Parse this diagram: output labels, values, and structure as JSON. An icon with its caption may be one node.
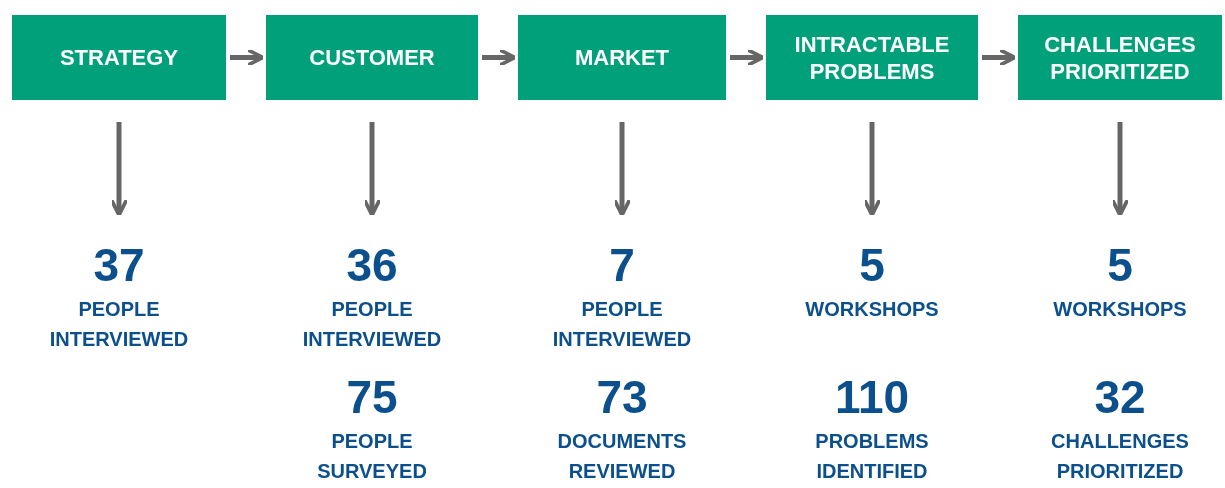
{
  "diagram": {
    "nodes": [
      {
        "text": [
          "STRATEGY"
        ]
      },
      {
        "text": [
          "CUSTOMER"
        ]
      },
      {
        "text": [
          "MARKET"
        ]
      },
      {
        "text": [
          "INTRACTABLE PROBLEMS"
        ]
      },
      {
        "text": [
          "CHALLENGES PRIORITIZED"
        ]
      },
      {
        "text": [
          "37",
          "PEOPLE INTERVIEWED"
        ]
      },
      {
        "text": [
          "36",
          "PEOPLE INTERVIEWED"
        ]
      },
      {
        "text": [
          "7",
          "PEOPLE INTERVIEWED"
        ]
      },
      {
        "text": [
          "5",
          "WORKSHOPS"
        ]
      },
      {
        "text": [
          "5",
          "WORKSHOPS"
        ]
      }
    ],
    "edges": [
      {
        "from": 0,
        "to": 1,
        "arrow": "to"
      },
      {
        "from": 1,
        "to": 2,
        "arrow": "to"
      },
      {
        "from": 2,
        "to": 3,
        "arrow": "to"
      },
      {
        "from": 3,
        "to": 4,
        "arrow": "to"
      },
      {
        "from": 0,
        "to": 5,
        "arrow": "to"
      },
      {
        "from": 1,
        "to": 6,
        "arrow": "to"
      },
      {
        "from": 2,
        "to": 7,
        "arrow": "to"
      },
      {
        "from": 3,
        "to": 8,
        "arrow": "to"
      },
      {
        "from": 4,
        "to": 9,
        "arrow": "to"
      }
    ],
    "labels": [
      "75",
      "PEOPLE SURVEYED",
      "73",
      "DOCUMENTS REVIEWED",
      "110",
      "PROBLEMS IDENTIFIED",
      "32",
      "CHALLENGES PRIORITIZED"
    ]
  }
}
